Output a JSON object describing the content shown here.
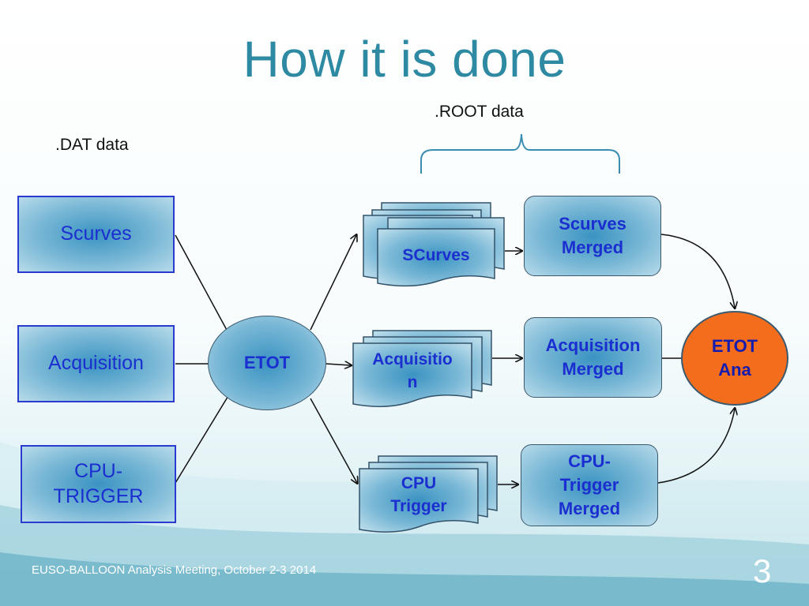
{
  "slide": {
    "title": "How it is done",
    "dat_label": ".DAT data",
    "root_label": ".ROOT data",
    "footer": "EUSO-BALLOON Analysis Meeting, October 2-3 2014",
    "page_number": "3"
  },
  "sources": {
    "scurves": "Scurves",
    "acquisition": "Acquisition",
    "cpu_trigger": "CPU-\nTRIGGER"
  },
  "etot": "ETOT",
  "root_files": {
    "scurves": "SCurves",
    "acquisition": "Acquisitio\nn",
    "cpu_trigger": "CPU\nTrigger"
  },
  "merged": {
    "scurves": "Scurves\nMerged",
    "acquisition": "Acquisition\nMerged",
    "cpu_trigger": "CPU-\nTrigger\nMerged"
  },
  "etot_ana": "ETOT\nAna",
  "colors": {
    "title": "#2e8aa3",
    "box_text": "#1b2fd0",
    "etot_ana_fill": "#f36d1c",
    "brace": "#3a8db0"
  }
}
